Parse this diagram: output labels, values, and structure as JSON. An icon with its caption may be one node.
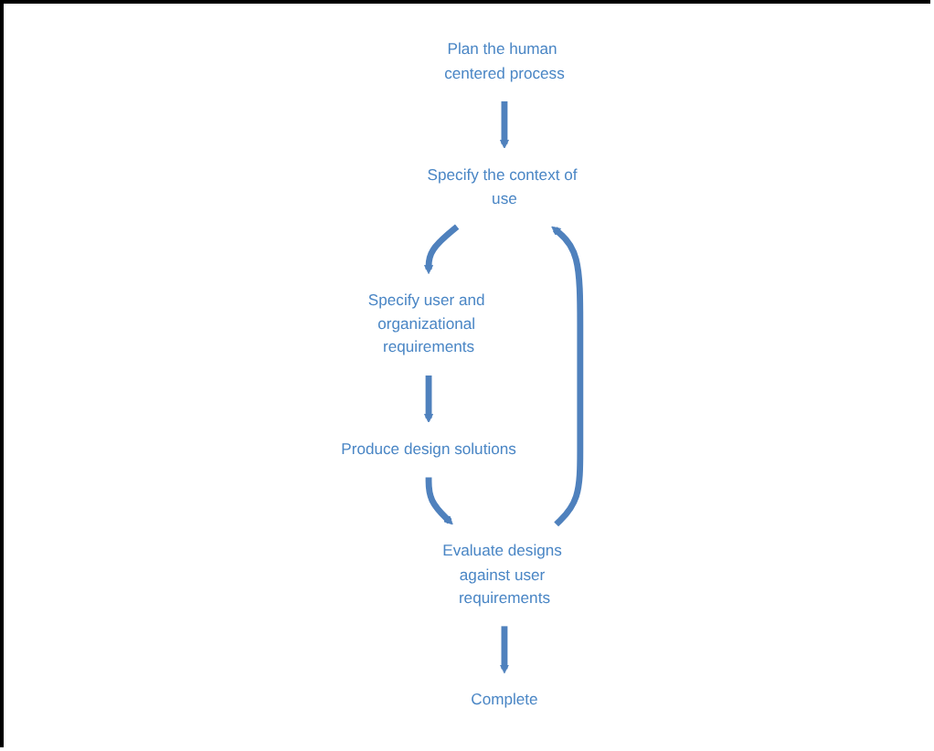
{
  "diagram": {
    "nodes": [
      {
        "text": [
          "Plan the human centered process"
        ]
      },
      {
        "text": [
          "Specify the context of use"
        ]
      },
      {
        "text": [
          "Specify user and organizational requirements"
        ]
      },
      {
        "text": [
          "Produce design solutions"
        ]
      },
      {
        "text": [
          "Evaluate designs against user requirements"
        ]
      },
      {
        "text": [
          "Complete"
        ]
      }
    ],
    "edges": [
      {
        "from": 0,
        "to": 1,
        "arrow": "to"
      },
      {
        "from": 1,
        "to": 2,
        "arrow": "to"
      },
      {
        "from": 2,
        "to": 3,
        "arrow": "to"
      },
      {
        "from": 3,
        "to": 4,
        "arrow": "to"
      },
      {
        "from": 4,
        "to": 1,
        "arrow": "to"
      },
      {
        "from": 4,
        "to": 5,
        "arrow": "to"
      }
    ]
  }
}
